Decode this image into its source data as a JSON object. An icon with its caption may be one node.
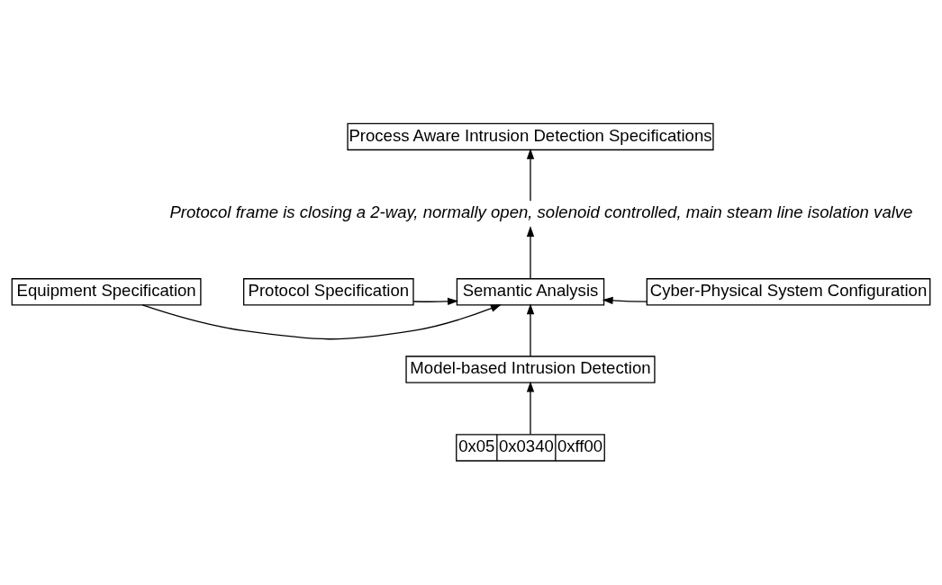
{
  "diagram": {
    "nodes": [
      {
        "text": [
          "Process Aware Intrusion Detection Specifications"
        ]
      },
      {
        "text": [
          "Protocol frame is closing a 2-way, normally open, solenoid controlled, main steam line isolation valve"
        ]
      },
      {
        "text": [
          "Equipment Specification"
        ]
      },
      {
        "text": [
          "Semantic Analysis"
        ]
      },
      {
        "text": [
          "Cyber-Physical System Configuration"
        ]
      },
      {
        "text": [
          "Protocol Specification"
        ]
      },
      {
        "text": [
          "Model-based Intrusion Detection"
        ]
      },
      {
        "text": [
          "0x05",
          "0x0340",
          "0xff00"
        ]
      }
    ],
    "edges": [
      {
        "from": 3,
        "to": 1,
        "arrow": "to"
      },
      {
        "from": 1,
        "to": 0,
        "arrow": "to"
      },
      {
        "from": 2,
        "to": 3,
        "arrow": "to"
      },
      {
        "from": 5,
        "to": 3,
        "arrow": "to"
      },
      {
        "from": 4,
        "to": 3,
        "arrow": "to"
      },
      {
        "from": 6,
        "to": 3,
        "arrow": "to"
      },
      {
        "from": 7,
        "to": 6,
        "arrow": "to"
      }
    ]
  }
}
